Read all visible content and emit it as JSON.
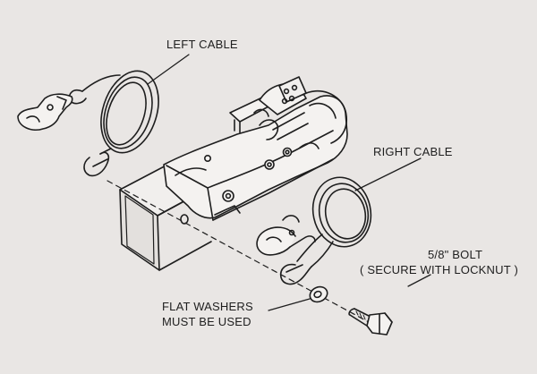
{
  "labels": {
    "left_cable": "LEFT CABLE",
    "right_cable": "RIGHT CABLE",
    "bolt_line1": "5/8\" BOLT",
    "bolt_line2": "( SECURE WITH LOCKNUT )",
    "washers_line1": "FLAT WASHERS",
    "washers_line2": "MUST BE USED"
  },
  "colors": {
    "ink": "#1e1e1e",
    "paper": "#e9e6e4"
  }
}
